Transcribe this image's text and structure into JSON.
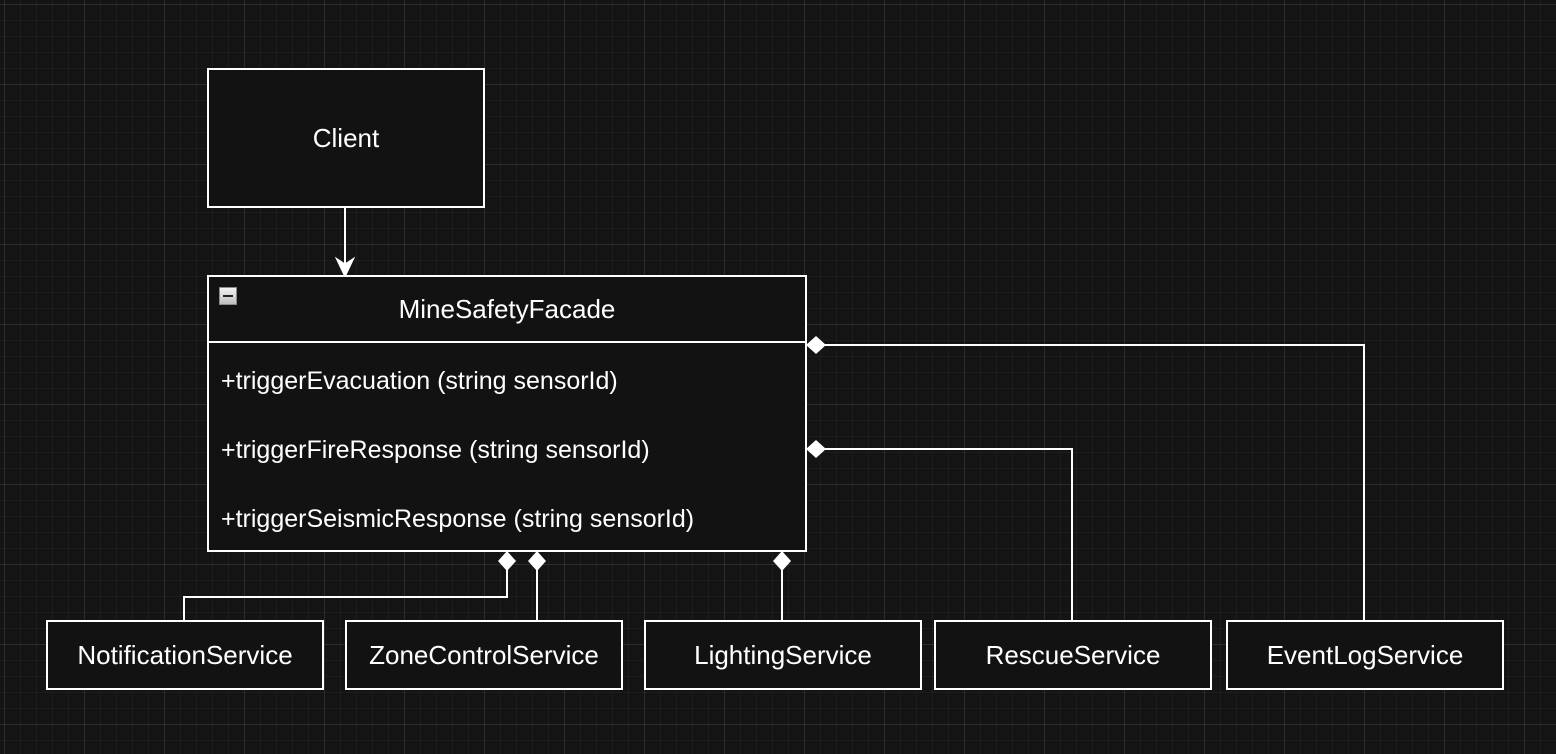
{
  "client": {
    "label": "Client"
  },
  "facade": {
    "name": "MineSafetyFacade",
    "methods": [
      "+triggerEvacuation (string sensorId)",
      "+triggerFireResponse (string sensorId)",
      "+triggerSeismicResponse (string sensorId)"
    ]
  },
  "services": [
    "NotificationService",
    "ZoneControlService",
    "LightingService",
    "RescueService",
    "EventLogService"
  ],
  "colors": {
    "background": "#141414",
    "stroke": "#ffffff",
    "node_fill": "#121212"
  }
}
